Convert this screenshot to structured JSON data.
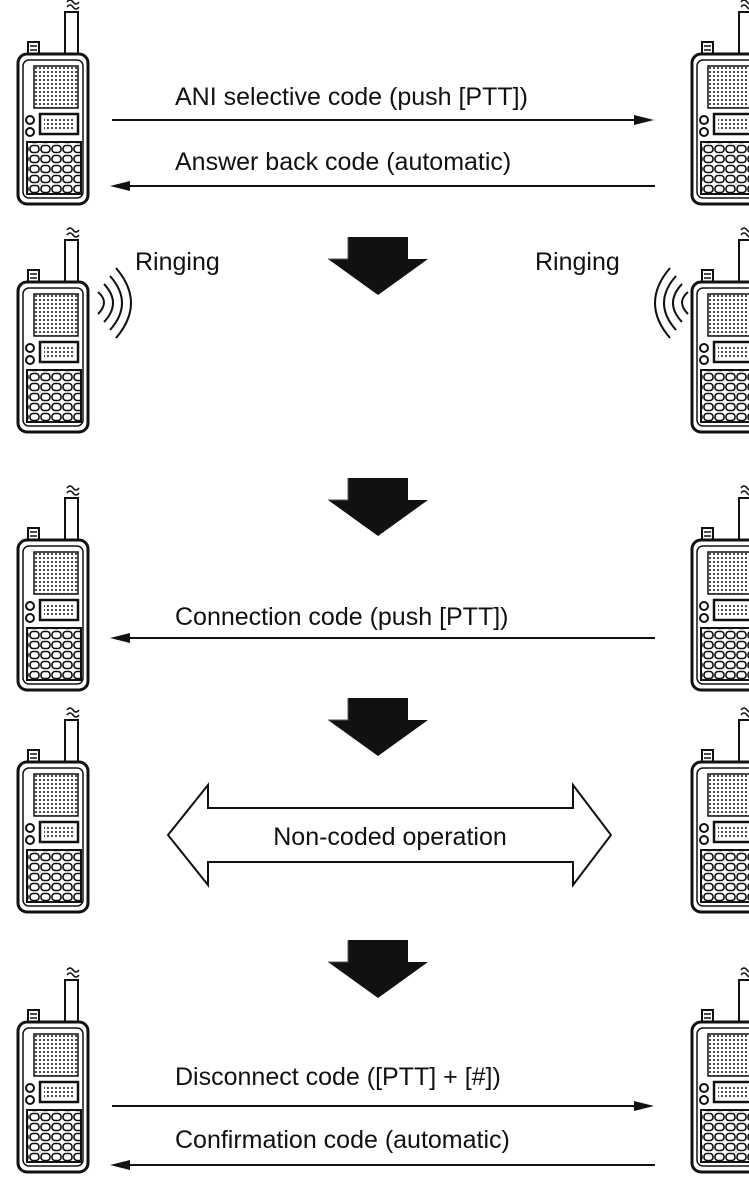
{
  "steps": {
    "s1": {
      "top_label": "ANI selective code (push [PTT])",
      "bottom_label": "Answer back code (automatic)"
    },
    "s2": {
      "left_label": "Ringing",
      "right_label": "Ringing"
    },
    "s3": {
      "label": "Connection code (push [PTT])"
    },
    "s4": {
      "label": "Non-coded operation"
    },
    "s5": {
      "top_label": "Disconnect code ([PTT] + [#])",
      "bottom_label": "Confirmation code (automatic)"
    }
  },
  "icons": {
    "radio": "handheld-transceiver-icon",
    "sound_waves": "sound-wave-icon",
    "flow_arrow": "down-arrow-icon"
  },
  "colors": {
    "ink": "#111111",
    "background": "#ffffff"
  }
}
